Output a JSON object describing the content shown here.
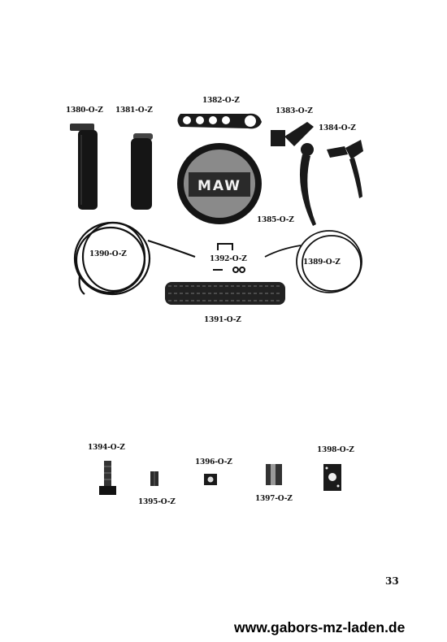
{
  "labels": {
    "l1380": "1380-O-Z",
    "l1381": "1381-O-Z",
    "l1382": "1382-O-Z",
    "l1383": "1383-O-Z",
    "l1384": "1384-O-Z",
    "l1385": "1385-O-Z",
    "l1390": "1390-O-Z",
    "l1392": "1392-O-Z",
    "l1389": "1389-O-Z",
    "l1391": "1391-O-Z",
    "l1394": "1394-O-Z",
    "l1395": "1395-O-Z",
    "l1396": "1396-O-Z",
    "l1397": "1397-O-Z",
    "l1398": "1398-O-Z"
  },
  "emblem_text": "MAW",
  "page_number": "33",
  "website": "www.gabors-mz-laden.de",
  "colors": {
    "ink": "#111111",
    "emblem_grey": "#8a8a8a"
  }
}
